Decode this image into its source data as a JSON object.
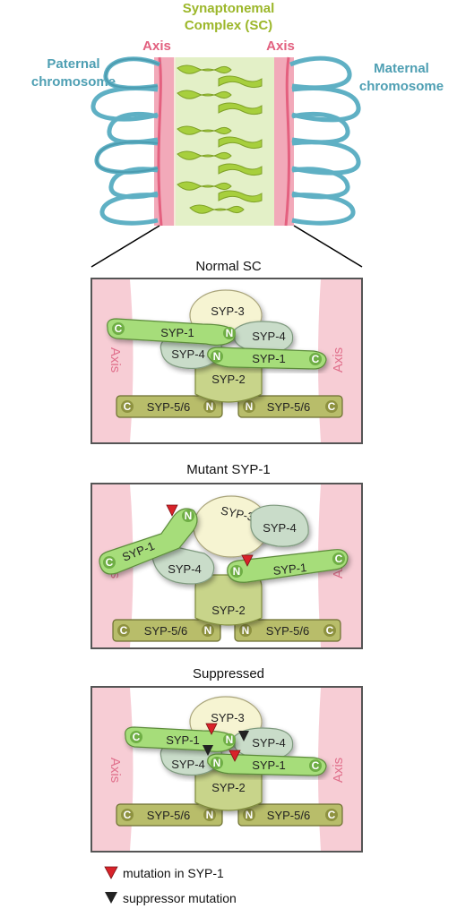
{
  "overview": {
    "sc_label_line1": "Synaptonemal",
    "sc_label_line2": "Complex (SC)",
    "axis_left": "Axis",
    "axis_right": "Axis",
    "paternal_line1": "Paternal",
    "paternal_line2": "chromosome",
    "maternal_line1": "Maternal",
    "maternal_line2": "chromosome"
  },
  "panels": [
    {
      "title": "Normal SC",
      "axis_label": "Axis",
      "syp3": "SYP-3",
      "syp1_left": "SYP-1",
      "syp1_right": "SYP-1",
      "syp4_left": "SYP-4",
      "syp4_right": "SYP-4",
      "syp2": "SYP-2",
      "syp56_left": "SYP-5/6",
      "syp56_right": "SYP-5/6",
      "c": "C",
      "n": "N"
    },
    {
      "title": "Mutant SYP-1",
      "axis_label": "Axis",
      "syp3": "SYP-3",
      "syp1_left": "SYP-1",
      "syp1_right": "SYP-1",
      "syp4_left": "SYP-4",
      "syp4_right": "SYP-4",
      "syp2": "SYP-2",
      "syp56_left": "SYP-5/6",
      "syp56_right": "SYP-5/6",
      "c": "C",
      "n": "N"
    },
    {
      "title": "Suppressed",
      "axis_label": "Axis",
      "syp3": "SYP-3",
      "syp1_left": "SYP-1",
      "syp1_right": "SYP-1",
      "syp4_left": "SYP-4",
      "syp4_right": "SYP-4",
      "syp2": "SYP-2",
      "syp56_left": "SYP-5/6",
      "syp56_right": "SYP-5/6",
      "c": "C",
      "n": "N"
    }
  ],
  "legend": {
    "mutation": "mutation in SYP-1",
    "suppressor": "suppressor mutation"
  },
  "colors": {
    "chromosome": "#6bbdd0",
    "axis": "#f2a9b9",
    "sc_green": "#a7cf3d",
    "syp1": "#a6dd7a",
    "syp4": "#c9dcc9",
    "syp3": "#f6f4d2",
    "syp2": "#c8d48a",
    "syp56": "#b8bd6a",
    "mutation": "#d8232a",
    "suppressor": "#222222"
  }
}
